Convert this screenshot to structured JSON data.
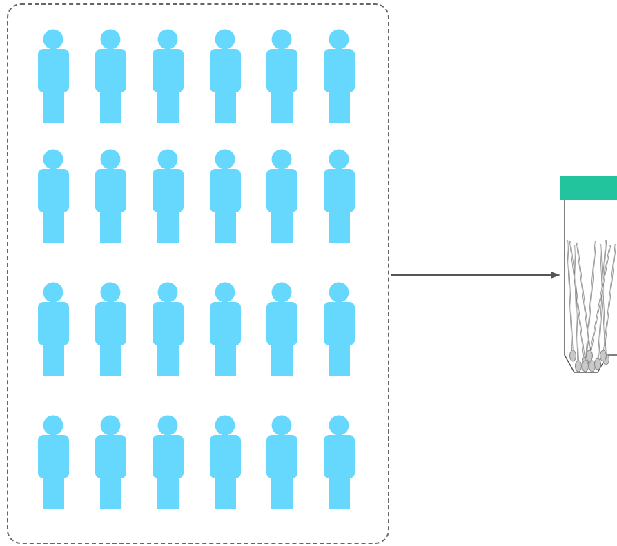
{
  "diagram": {
    "population": {
      "rows": 4,
      "columns": 6,
      "figure_color": "#66D7FD"
    },
    "connector": {
      "color": "#555555"
    },
    "sample_tube": {
      "cap_color": "#22C49E",
      "outline_color": "#555555",
      "swab_count": 9
    }
  }
}
